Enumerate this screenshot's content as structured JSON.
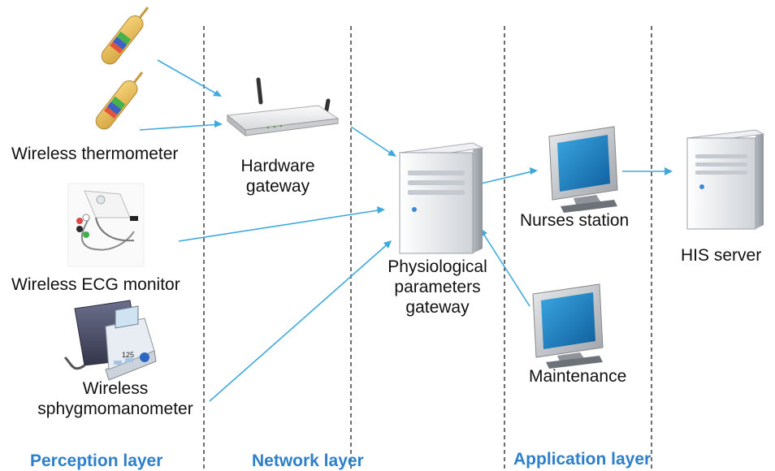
{
  "colors": {
    "arrow": "#3fa9dd",
    "divider": "#222222",
    "layer_text": "#2e7fc9"
  },
  "devices": {
    "thermometer": "Wireless thermometer",
    "ecg": "Wireless ECG monitor",
    "sphygmo_line1": "Wireless",
    "sphygmo_line2": "sphygmomanometer",
    "hw_gateway_line1": "Hardware",
    "hw_gateway_line2": "gateway",
    "phys_gateway_line1": "Physiological",
    "phys_gateway_line2": "parameters",
    "phys_gateway_line3": "gateway",
    "nurses": "Nurses station",
    "maintenance": "Maintenance",
    "his": "HIS server"
  },
  "layers": {
    "perception": "Perception layer",
    "network": "Network layer",
    "application": "Application layer"
  },
  "icons": {
    "thermometer": "thermometer-icon",
    "router": "router-icon",
    "ecg": "ecg-monitor-icon",
    "bp": "blood-pressure-monitor-icon",
    "server": "server-tower-icon",
    "monitor": "desktop-monitor-icon"
  }
}
